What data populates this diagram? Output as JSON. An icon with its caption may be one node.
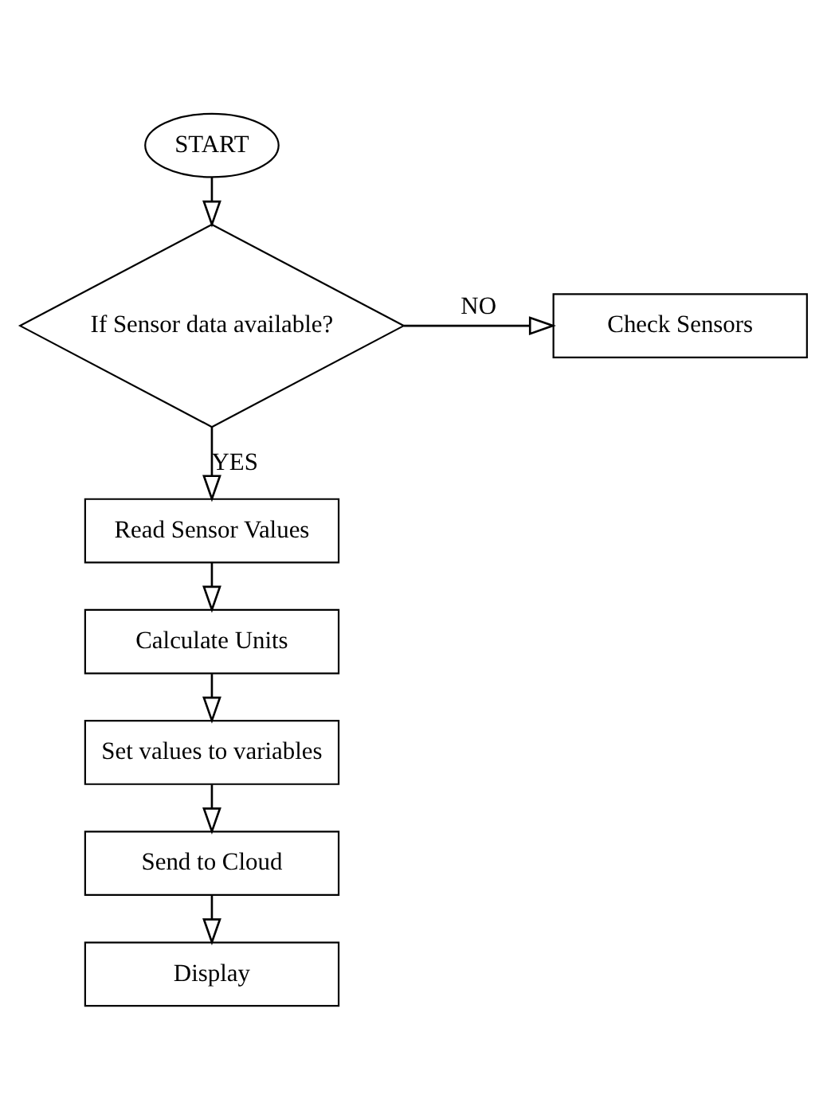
{
  "diagram": {
    "nodes": [
      {
        "text": [
          "START"
        ]
      },
      {
        "text": [
          "If Sensor data available?"
        ]
      },
      {
        "text": [
          "Check Sensors"
        ]
      },
      {
        "text": [
          "Read Sensor Values"
        ]
      },
      {
        "text": [
          "Calculate Units"
        ]
      },
      {
        "text": [
          "Set values to variables"
        ]
      },
      {
        "text": [
          "Send to Cloud"
        ]
      },
      {
        "text": [
          "Display"
        ]
      }
    ],
    "edges": [
      {
        "from": 0,
        "to": 1,
        "arrow": "to"
      },
      {
        "from": 1,
        "to": 2,
        "arrow": "to",
        "label": "NO"
      },
      {
        "from": 1,
        "to": 3,
        "arrow": "to",
        "label": "YES"
      },
      {
        "from": 3,
        "to": 4,
        "arrow": "to"
      },
      {
        "from": 4,
        "to": 5,
        "arrow": "to"
      },
      {
        "from": 5,
        "to": 6,
        "arrow": "to"
      },
      {
        "from": 6,
        "to": 7,
        "arrow": "to"
      }
    ]
  }
}
